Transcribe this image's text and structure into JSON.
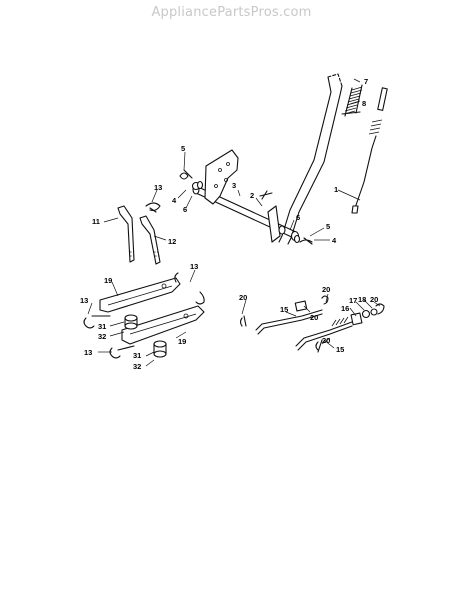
{
  "watermark": "AppliancePartsPros.com",
  "labels": {
    "p1": "1",
    "p2": "2",
    "p3": "3",
    "p4a": "4",
    "p4b": "4",
    "p5a": "5",
    "p5b": "5",
    "p6a": "6",
    "p6b": "6",
    "p7": "7",
    "p8": "8",
    "p11": "11",
    "p12": "12",
    "p13a": "13",
    "p13b": "13",
    "p13c": "13",
    "p13d": "13",
    "p15a": "15",
    "p15b": "15",
    "p16": "16",
    "p17": "17",
    "p18": "18",
    "p19a": "19",
    "p19b": "19",
    "p20a": "20",
    "p20b": "20",
    "p20c": "20",
    "p20d": "20",
    "p31a": "31",
    "p31b": "31",
    "p32a": "32",
    "p32b": "32"
  }
}
